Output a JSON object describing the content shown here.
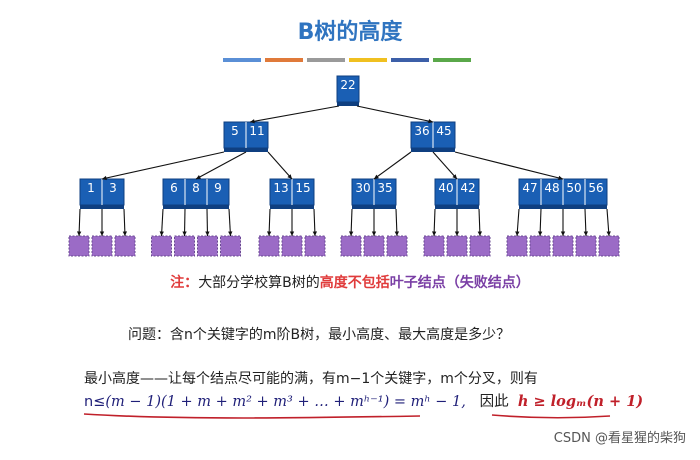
{
  "title": "B树的高度",
  "corner_mark": "mark",
  "stripe_colors": [
    "#5a8fd6",
    "#e07a3a",
    "#9a9a9a",
    "#f0c020",
    "#3c5fa8",
    "#5aa84a"
  ],
  "colors": {
    "node": "#1a5fb4",
    "leaf": "#9b6bc6",
    "leaf_border": "#6a4a92"
  },
  "tree": {
    "root": [
      "22"
    ],
    "level1": [
      [
        "5",
        "11"
      ],
      [
        "36",
        "45"
      ]
    ],
    "level2": [
      [
        "1",
        "3"
      ],
      [
        "6",
        "8",
        "9"
      ],
      [
        "13",
        "15"
      ],
      [
        "30",
        "35"
      ],
      [
        "40",
        "42"
      ],
      [
        "47",
        "48",
        "50",
        "56"
      ]
    ]
  },
  "note": {
    "prefix": "注：",
    "text_a": "大部分学校算B树的",
    "highlight1": "高度不包括",
    "highlight2": "叶子结点（失败结点）"
  },
  "question": "问题：含n个关键字的m阶B树，最小高度、最大高度是多少？",
  "line1": "最小高度——让每个结点尽可能的满，有m−1个关键字，m个分叉，则有",
  "line2": {
    "n_part": "n≤",
    "formula": "(m − 1)(1 + m + m² + m³ + … + mʰ⁻¹) = mʰ − 1,",
    "conclusion": "因此",
    "result": "h ≥ logₘ(n + 1)"
  },
  "watermark": "CSDN @看星猩的柴狗"
}
